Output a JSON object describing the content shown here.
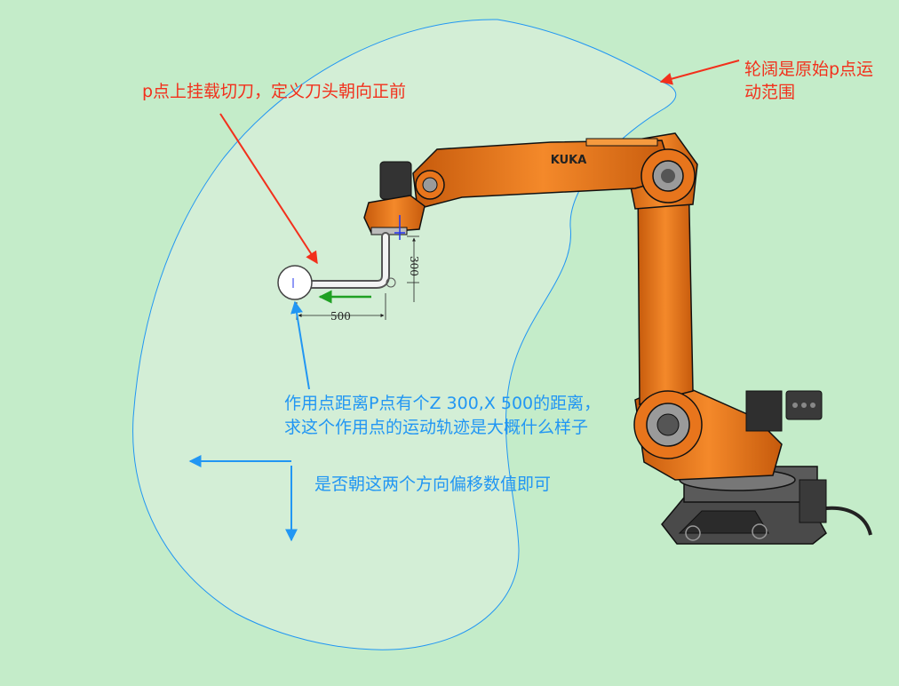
{
  "annotations": {
    "red_top": "p点上挂载切刀，定义刀头朝向正前",
    "red_right_line1": "轮阔是原始p点运",
    "red_right_line2": "动范围",
    "blue_line1": "作用点距离P点有个Z 300,X 500的距离，",
    "blue_line2": "求这个作用点的运动轨迹是大概什么样子",
    "blue_offset": "是否朝这两个方向偏移数值即可"
  },
  "robot": {
    "brand": "KUKA"
  },
  "dimensions": {
    "vertical": "300",
    "horizontal": "500"
  },
  "colors": {
    "background": "#c4ecc9",
    "workspace_fill": "#d3eed6",
    "outline": "#2196f3",
    "robot_orange": "#f07f1f",
    "red": "#f2301c",
    "blue": "#2196f3",
    "green": "#1fa023"
  }
}
